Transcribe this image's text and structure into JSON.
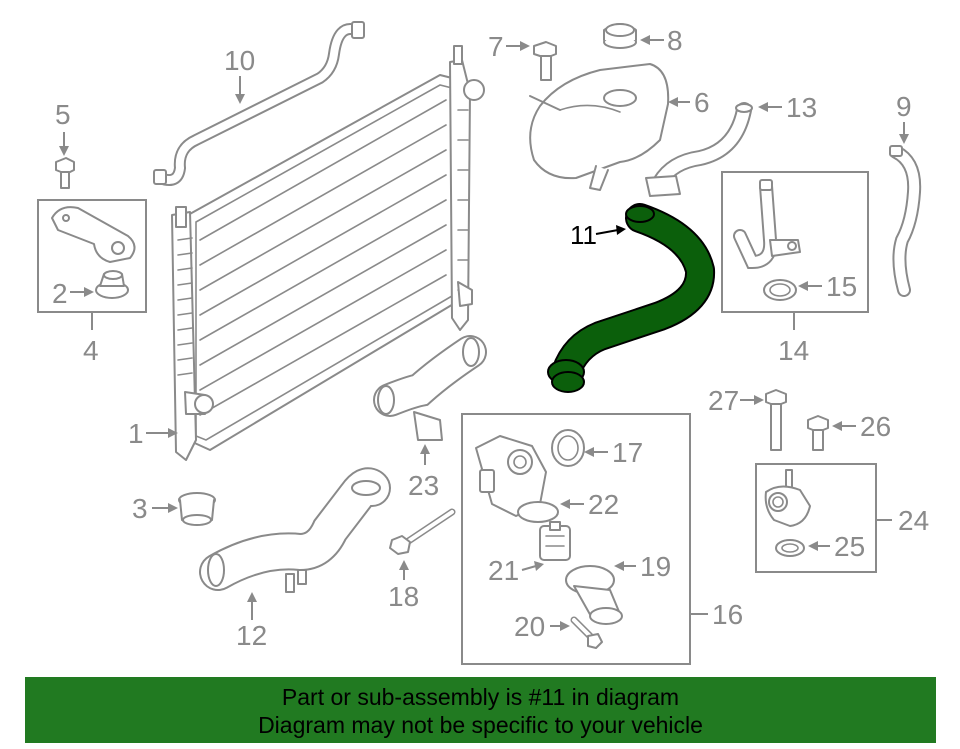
{
  "callouts": {
    "c1": "1",
    "c2": "2",
    "c3": "3",
    "c4": "4",
    "c5": "5",
    "c6": "6",
    "c7": "7",
    "c8": "8",
    "c9": "9",
    "c10": "10",
    "c11": "11",
    "c12": "12",
    "c13": "13",
    "c14": "14",
    "c15": "15",
    "c16": "16",
    "c17": "17",
    "c18": "18",
    "c19": "19",
    "c20": "20",
    "c21": "21",
    "c22": "22",
    "c23": "23",
    "c24": "24",
    "c25": "25",
    "c26": "26",
    "c27": "27"
  },
  "highlight": {
    "color": "#0b5f0b",
    "part": "11"
  },
  "banner": {
    "line1": "Part or sub-assembly is #11 in diagram",
    "line2": "Diagram may not be specific to your vehicle",
    "background": "#217a21"
  }
}
